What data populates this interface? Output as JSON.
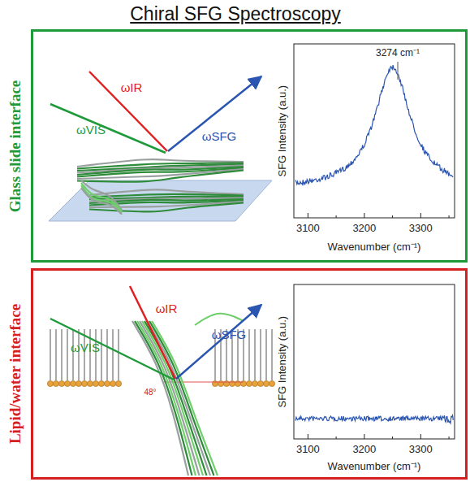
{
  "diagram": {
    "title": "Chiral SFG Spectroscopy",
    "nodes": [
      {
        "text": [
          "Glass slide interface"
        ]
      },
      {
        "text": [
          "Lipid/water interface"
        ]
      }
    ],
    "labels": [
      "ωIR",
      "ωVIS",
      "ωSFG",
      "3274 cm⁻¹",
      "SFG Intensity (a.u.)",
      "Wavenumber (cm⁻¹)",
      "3100",
      "3200",
      "3300",
      "ωIR",
      "ωVIS",
      "ωSFG",
      "48°",
      "SFG Intensity (a.u.)",
      "Wavenumber (cm⁻¹)",
      "3100",
      "3200",
      "3300"
    ]
  }
}
